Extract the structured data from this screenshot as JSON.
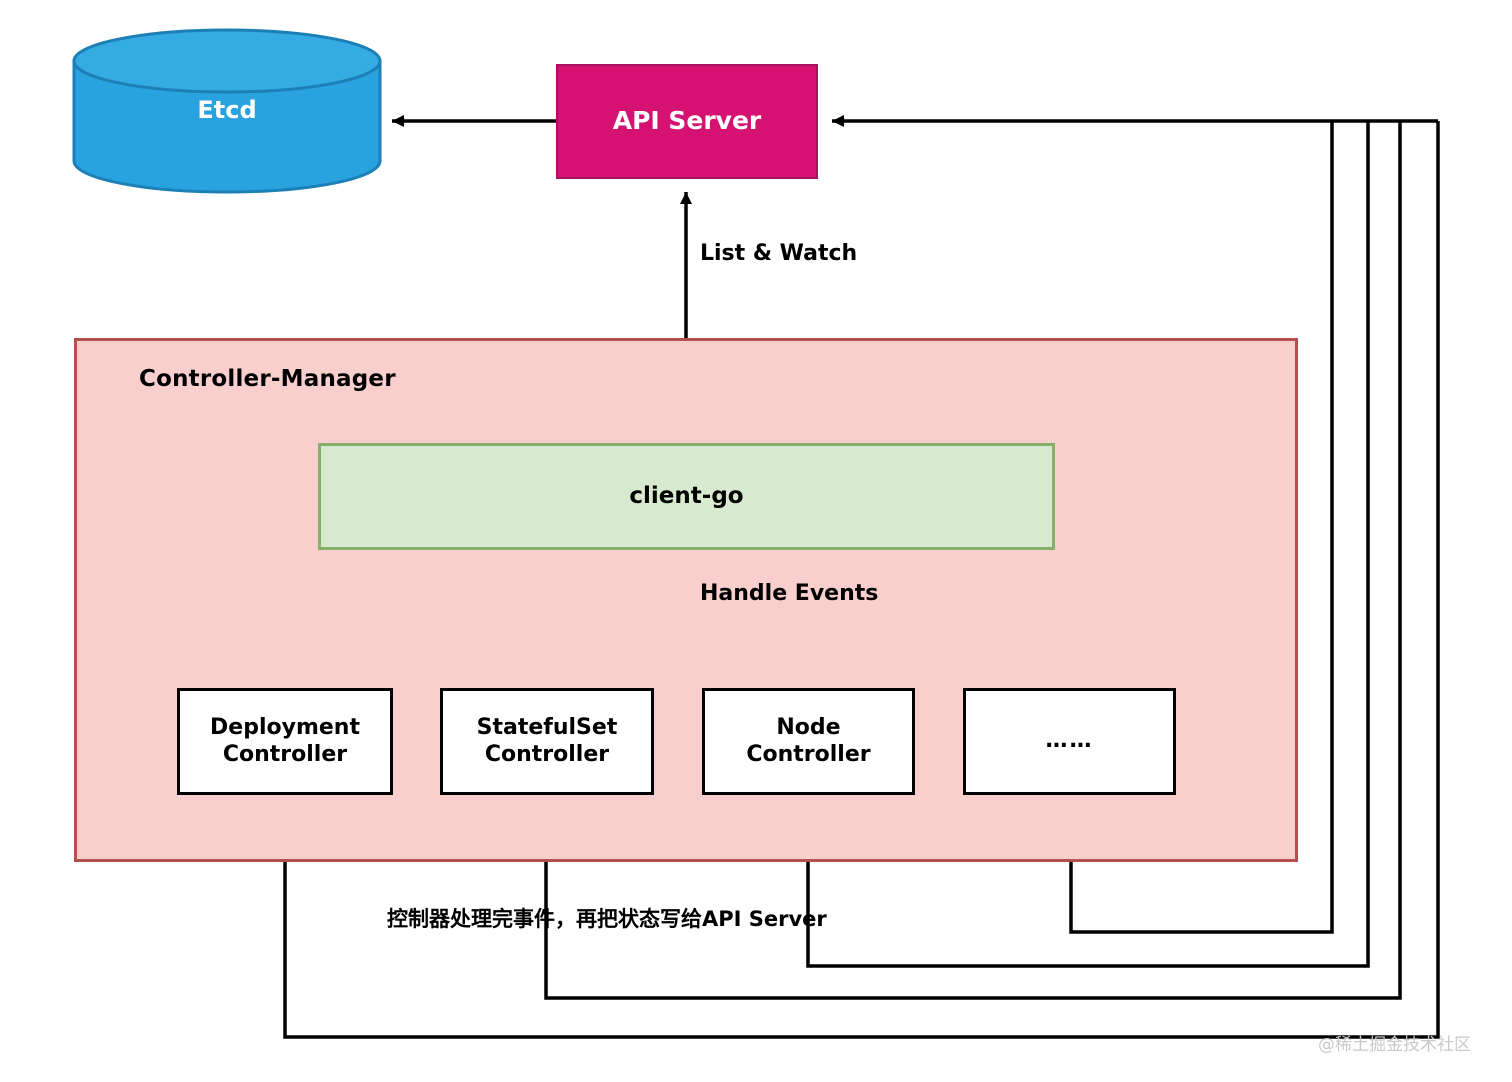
{
  "diagram": {
    "title": "Kubernetes Controller-Manager / client-go architecture",
    "watermark": "@稀土掘金技术社区",
    "colors": {
      "api_server_fill": "#d51172",
      "api_server_stroke": "#a81060",
      "etcd_fill": "#29a3e0",
      "etcd_stroke": "#1c7fb5",
      "controller_manager_fill": "#f8cfcd",
      "controller_manager_stroke": "#b5504f",
      "client_go_fill": "#d7ead0",
      "client_go_stroke": "#84b06a",
      "controller_fill": "#ffffff",
      "controller_stroke": "#000000",
      "edge_stroke": "#000000",
      "watermark_color": "#c9c9c9"
    }
  },
  "nodes": {
    "etcd": {
      "label": "Etcd",
      "shape": "cylinder"
    },
    "api_server": {
      "label": "API Server",
      "shape": "rect"
    },
    "controller_manager": {
      "label": "Controller-Manager",
      "shape": "container"
    },
    "client_go": {
      "label": "client-go",
      "shape": "rect"
    }
  },
  "controllers": [
    {
      "label": "Deployment\nController"
    },
    {
      "label": "StatefulSet\nController"
    },
    {
      "label": "Node\nController"
    },
    {
      "label": "……"
    }
  ],
  "edges": {
    "api_to_etcd": {
      "label": "",
      "direction": "left"
    },
    "client_go_to_api": {
      "label": "List & Watch",
      "direction": "up"
    },
    "client_go_to_controllers": {
      "label": "Handle Events",
      "direction": "down"
    },
    "controllers_to_api": {
      "label": "控制器处理完事件，再把状态写给API Server",
      "direction": "right-up"
    }
  }
}
